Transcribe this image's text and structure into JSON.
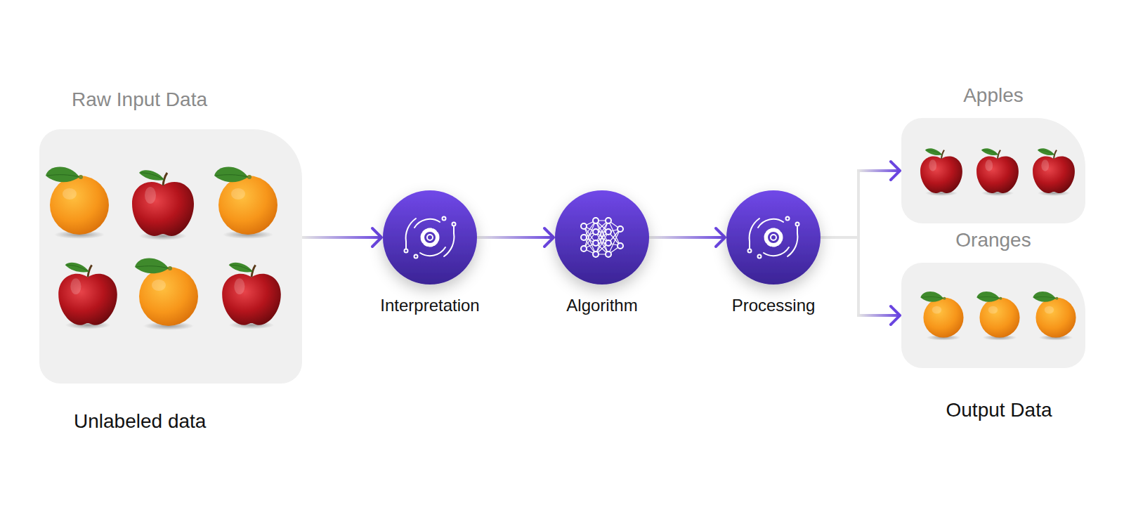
{
  "diagram": {
    "nodes": [
      {
        "text": [
          "Raw Input Data"
        ]
      },
      {
        "text": [
          "Interpretation"
        ]
      },
      {
        "text": [
          "Algorithm"
        ]
      },
      {
        "text": [
          "Processing"
        ]
      },
      {
        "text": [
          "Apples"
        ]
      },
      {
        "text": [
          "Oranges"
        ]
      }
    ],
    "edges": [
      {
        "from": 0,
        "to": 1,
        "arrow": "to"
      },
      {
        "from": 1,
        "to": 2,
        "arrow": "to"
      },
      {
        "from": 2,
        "to": 3,
        "arrow": "to"
      },
      {
        "from": 3,
        "to": 4,
        "arrow": "to"
      },
      {
        "from": 3,
        "to": 5,
        "arrow": "to"
      }
    ],
    "labels": [
      "Unlabeled data",
      "Output Data"
    ]
  }
}
